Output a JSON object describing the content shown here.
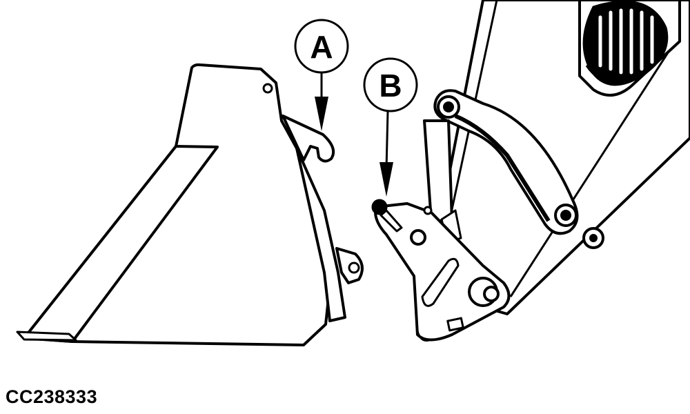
{
  "callouts": {
    "a": {
      "label": "A"
    },
    "b": {
      "label": "B"
    }
  },
  "figure_id": "CC238333"
}
